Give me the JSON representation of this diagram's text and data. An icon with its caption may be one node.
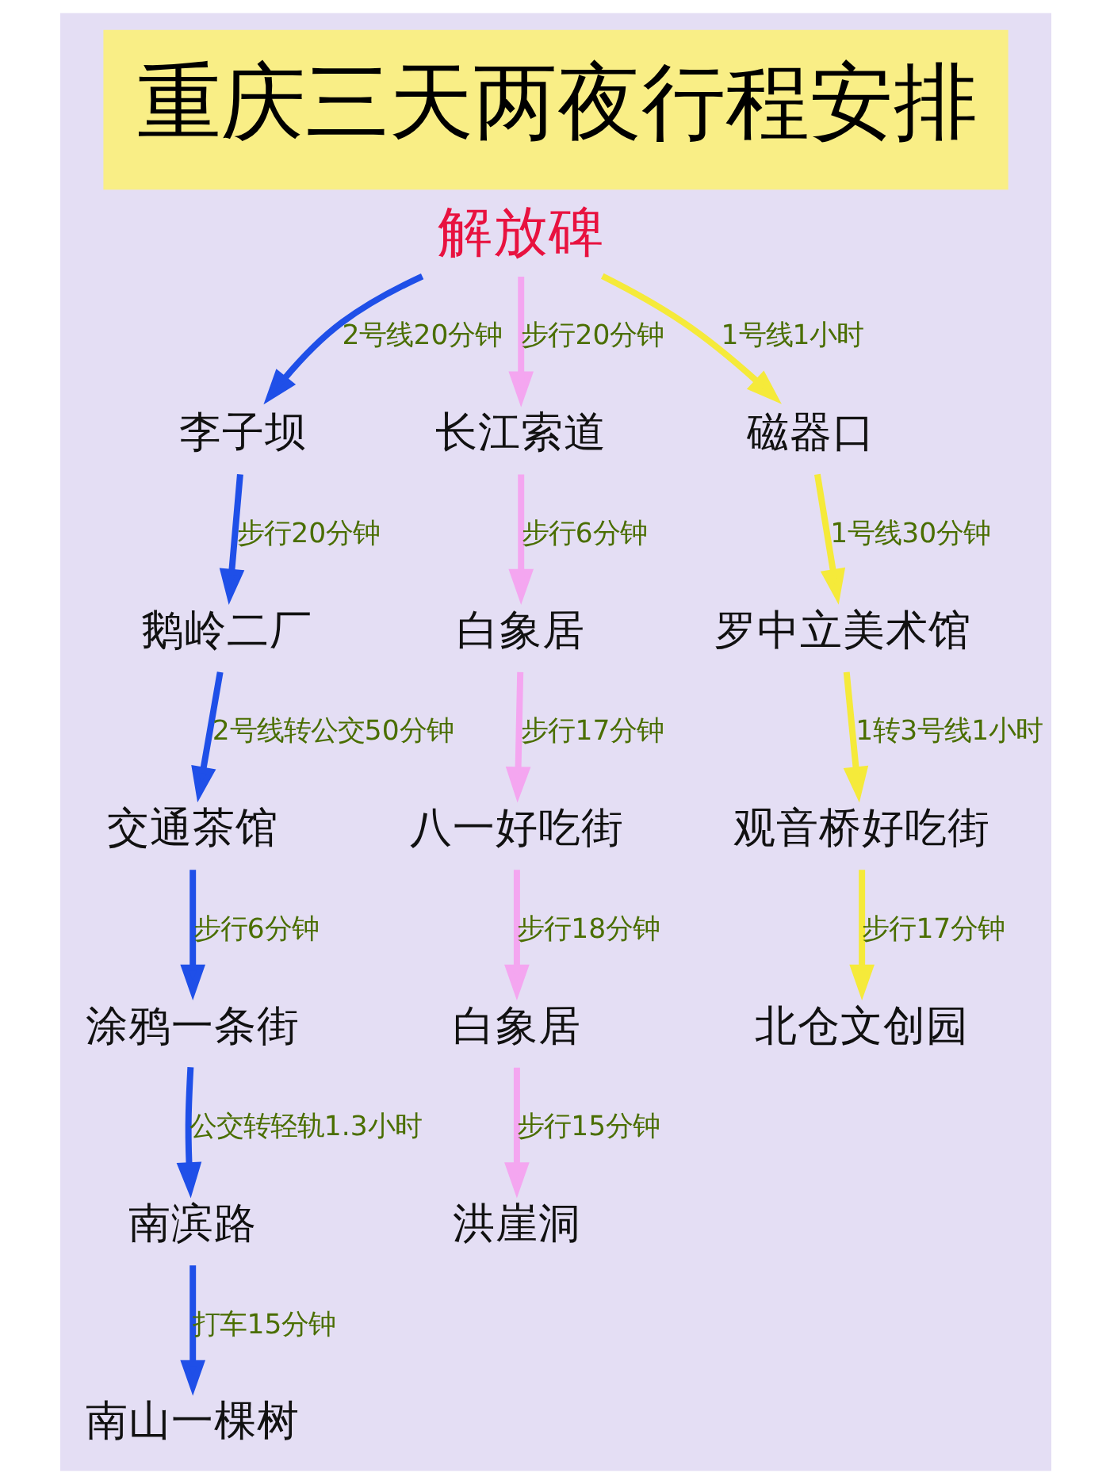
{
  "diagram": {
    "title": "重庆三天两夜行程安排",
    "nodes": [
      {
        "text": [
          "李子坝"
        ]
      },
      {
        "text": [
          "长江索道"
        ]
      },
      {
        "text": [
          "白象居"
        ]
      },
      {
        "text": [
          "八一好吃街"
        ]
      },
      {
        "text": [
          "鹅岭二厂"
        ]
      },
      {
        "text": [
          "解放碑"
        ]
      },
      {
        "text": [
          "白象居"
        ]
      },
      {
        "text": [
          "南山一棵树"
        ]
      },
      {
        "text": [
          "交通茶馆"
        ]
      },
      {
        "text": [
          "南滨路"
        ]
      },
      {
        "text": [
          "磁器口"
        ]
      },
      {
        "text": [
          "北仓文创园"
        ]
      },
      {
        "text": [
          "洪崖洞"
        ]
      },
      {
        "text": [
          "涂鸦一条街"
        ]
      },
      {
        "text": [
          "罗中立美术馆"
        ]
      },
      {
        "text": [
          "观音桥好吃街"
        ]
      }
    ],
    "edges": [
      {
        "from": 5,
        "to": 0,
        "arrow": "to",
        "label": "2号线20分钟"
      },
      {
        "from": 0,
        "to": 4,
        "arrow": "to",
        "label": "步行20分钟"
      },
      {
        "from": 4,
        "to": 8,
        "arrow": "to",
        "label": "2号线转公交50分钟"
      },
      {
        "from": 8,
        "to": 13,
        "arrow": "to",
        "label": "步行6分钟"
      },
      {
        "from": 13,
        "to": 9,
        "arrow": "to",
        "label": "公交转轻轨1.3小时"
      },
      {
        "from": 9,
        "to": 7,
        "arrow": "to",
        "label": "打车15分钟"
      },
      {
        "from": 5,
        "to": 1,
        "arrow": "to",
        "label": "步行20分钟",
        "color": "#f4a6f0"
      },
      {
        "from": 1,
        "to": 2,
        "arrow": "to",
        "label": "步行6分钟",
        "color": "#f4a6f0"
      },
      {
        "from": 2,
        "to": 3,
        "arrow": "to",
        "label": "步行17分钟",
        "color": "#f4a6f0"
      },
      {
        "from": 3,
        "to": 6,
        "arrow": "to",
        "label": "步行18分钟",
        "color": "#f4a6f0"
      },
      {
        "from": 6,
        "to": 12,
        "arrow": "to",
        "label": "步行15分钟",
        "color": "#f4a6f0"
      },
      {
        "from": 5,
        "to": 10,
        "arrow": "to",
        "label": "1号线1小时",
        "color": "#f5ea3a"
      },
      {
        "from": 10,
        "to": 14,
        "arrow": "to",
        "label": "1号线30分钟",
        "color": "#f5ea3a"
      },
      {
        "from": 14,
        "to": 15,
        "arrow": "to",
        "label": "1转3号线1小时",
        "color": "#f5ea3a"
      },
      {
        "from": 15,
        "to": 11,
        "arrow": "to",
        "label": "步行17分钟",
        "color": "#f5ea3a"
      }
    ]
  }
}
